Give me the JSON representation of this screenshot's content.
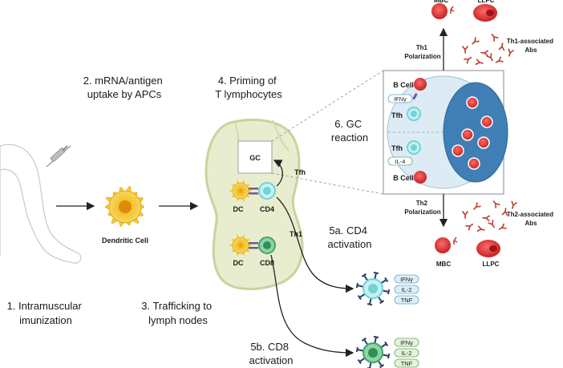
{
  "steps": {
    "s1": [
      "1. Intramuscular",
      "imunization"
    ],
    "s2": [
      "2. mRNA/antigen",
      "uptake by APCs"
    ],
    "s3": [
      "3. Trafficking to",
      "lymph nodes"
    ],
    "s4": [
      "4. Priming of",
      "T lymphocytes"
    ],
    "s5a": [
      "5a. CD4",
      "activation"
    ],
    "s5b": [
      "5b. CD8",
      "activation"
    ],
    "s6": [
      "6. GC",
      "reaction"
    ]
  },
  "labels": {
    "dendritic_cell": "Dendritic Cell",
    "gc": "GC",
    "dc": "DC",
    "cd4": "CD4",
    "cd8": "CD8",
    "tfh": "Tfh",
    "th1": "Th1",
    "b_cell": "B Cell",
    "ifng": "IFNγ",
    "il4": "IL-4",
    "il2": "IL-2",
    "tnf": "TNF",
    "mbc": "MBC",
    "llpc": "LLPC",
    "th1_polarization": [
      "Th1",
      "Polarization"
    ],
    "th2_polarization": [
      "Th2",
      "Polarization"
    ],
    "th1_abs": [
      "Th1-associated",
      "Abs"
    ],
    "th2_abs": [
      "Th2-associated",
      "Abs"
    ]
  },
  "colors": {
    "lymph_node_fill": "#e8ecc9",
    "lymph_node_stroke": "#c9d19a",
    "gc_dark_zone": "#3d7fb3",
    "gc_light_zone": "#dcebf4",
    "b_cell_red": "#d93a3a",
    "tfh_cyan": "#6fd3d8",
    "cd8_green": "#3fa66a",
    "dc_yellow": "#f1c232",
    "pill_blue": "#dceff8",
    "pill_green": "#e3f3d8",
    "antibody_red": "#c0392b"
  }
}
